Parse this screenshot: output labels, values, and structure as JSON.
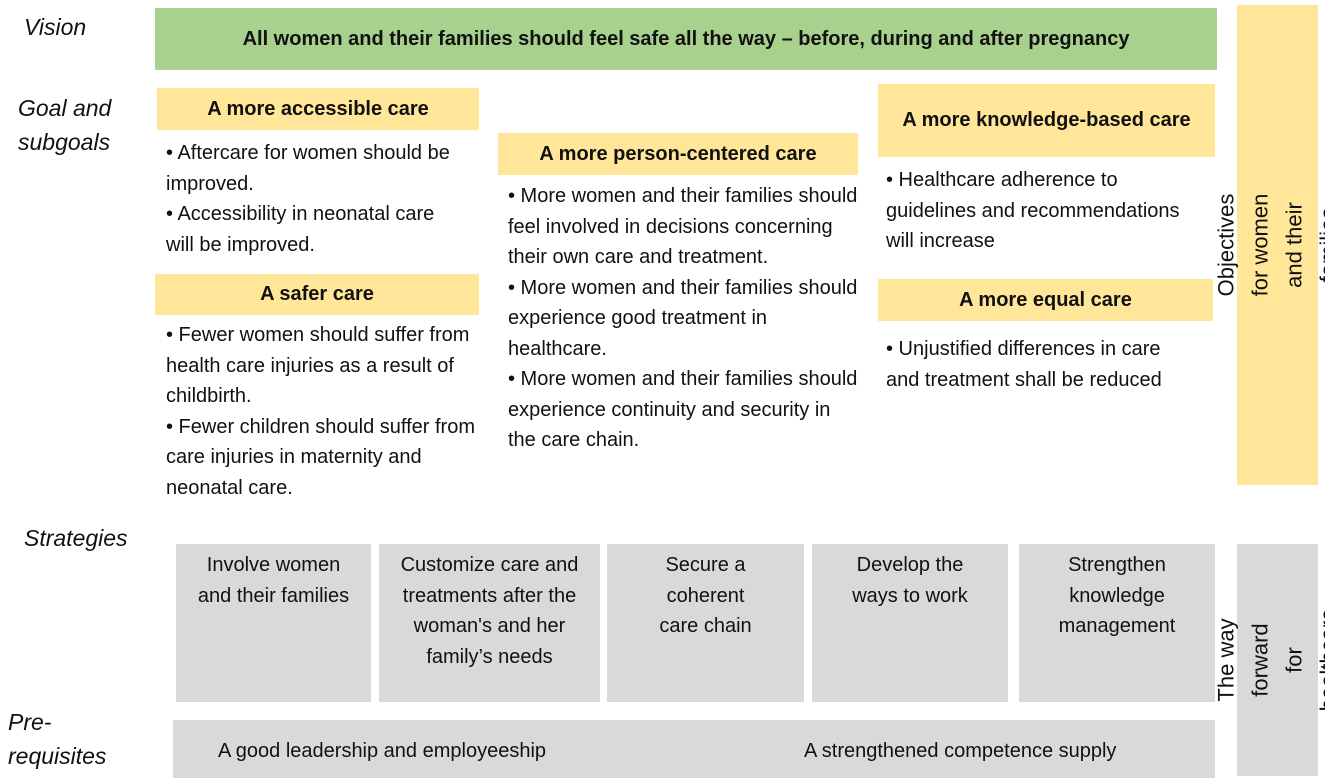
{
  "row_labels": {
    "vision": "Vision",
    "goal_line1": "Goal and",
    "goal_line2": "subgoals",
    "strategies": "Strategies",
    "prereq_line1": "Pre-",
    "prereq_line2": "requisites"
  },
  "vision": "All women and their families should feel safe all the way – before, during and after pregnancy",
  "goals": {
    "accessible": {
      "title": "A more accessible care",
      "bullets": [
        "• Aftercare for women should be improved.",
        "• Accessibility in neonatal care will be improved."
      ]
    },
    "safer": {
      "title": "A safer care",
      "bullets": [
        "• Fewer women should suffer from health care injuries as a result of childbirth.",
        "• Fewer children should suffer from care injuries in maternity and neonatal care."
      ]
    },
    "person_centered": {
      "title": "A more person-centered care",
      "bullets": [
        "• More women and their families should feel involved in decisions concerning their own care and treatment.",
        "• More women and their families should experience good treatment in healthcare.",
        "• More women and their families should experience continuity and security in the care chain."
      ]
    },
    "knowledge": {
      "title": "A more knowledge-based care",
      "bullets": [
        "• Healthcare adherence to guidelines and recommendations will increase"
      ]
    },
    "equal": {
      "title": "A more equal care",
      "bullets": [
        "• Unjustified differences in care and treatment shall be reduced"
      ]
    }
  },
  "objectives_label": "Objectives for women and their families",
  "strategies": [
    "Involve women and their families",
    "Customize care and treatments after the woman's and her family’s needs",
    "Secure a coherent care chain",
    "Develop the ways to work",
    "Strengthen knowledge management"
  ],
  "way_forward_label": "The way forward for healthcare",
  "prerequisites": [
    "A good leadership and employeeship",
    "A strengthened competence supply"
  ],
  "colors": {
    "vision_green": "#a9d18e",
    "goal_yellow": "#ffe699",
    "strategy_grey": "#d9d9d9"
  }
}
